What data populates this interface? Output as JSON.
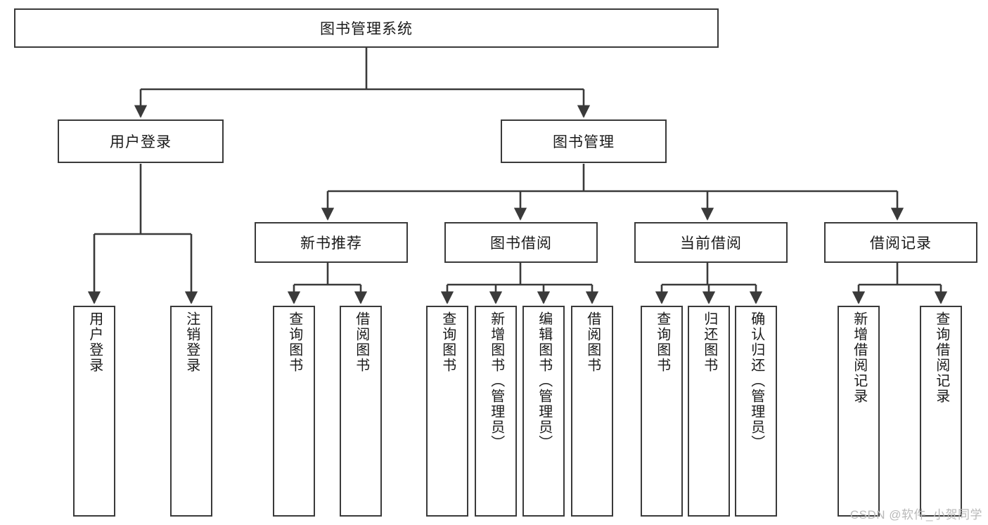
{
  "diagram": {
    "type": "tree",
    "title": "图书管理系统",
    "watermark": "CSDN @软件_小贺同学",
    "colors": {
      "box_border": "#3a3a3a",
      "box_fill": "#ffffff",
      "connector": "#3a3a3a",
      "text": "#1a1a1a",
      "watermark": "#b9b9b9"
    },
    "root": {
      "label": "图书管理系统"
    },
    "level2": [
      {
        "label": "用户登录"
      },
      {
        "label": "图书管理"
      }
    ],
    "level3": [
      {
        "label": "新书推荐"
      },
      {
        "label": "图书借阅"
      },
      {
        "label": "当前借阅"
      },
      {
        "label": "借阅记录"
      }
    ],
    "leaves": {
      "user_login": [
        {
          "label": "用户登录"
        },
        {
          "label": "注销登录"
        }
      ],
      "new_book": [
        {
          "label": "查询图书"
        },
        {
          "label": "借阅图书"
        }
      ],
      "book_borrow": [
        {
          "label": "查询图书"
        },
        {
          "label": "新增图书（管理员）"
        },
        {
          "label": "编辑图书（管理员）"
        },
        {
          "label": "借阅图书"
        }
      ],
      "current_borrow": [
        {
          "label": "查询图书"
        },
        {
          "label": "归还图书"
        },
        {
          "label": "确认归还（管理员）"
        }
      ],
      "borrow_record": [
        {
          "label": "新增借阅记录"
        },
        {
          "label": "查询借阅记录"
        }
      ]
    }
  }
}
